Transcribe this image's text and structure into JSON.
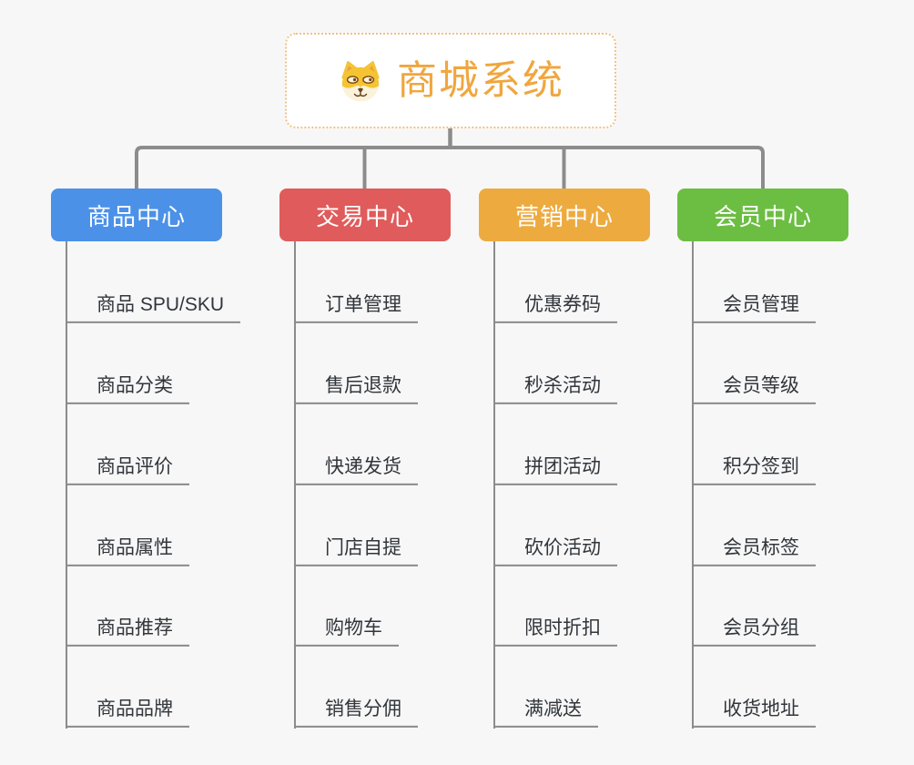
{
  "root": {
    "title": "商城系统",
    "icon": "dog-face-icon"
  },
  "branches": [
    {
      "id": "product-center",
      "label": "商品中心",
      "color": "#4b91e8",
      "items": [
        "商品 SPU/SKU",
        "商品分类",
        "商品评价",
        "商品属性",
        "商品推荐",
        "商品品牌"
      ]
    },
    {
      "id": "trade-center",
      "label": "交易中心",
      "color": "#e05b5b",
      "items": [
        "订单管理",
        "售后退款",
        "快递发货",
        "门店自提",
        "购物车",
        "销售分佣"
      ]
    },
    {
      "id": "marketing-center",
      "label": "营销中心",
      "color": "#edab3f",
      "items": [
        "优惠券码",
        "秒杀活动",
        "拼团活动",
        "砍价活动",
        "限时折扣",
        "满减送"
      ]
    },
    {
      "id": "member-center",
      "label": "会员中心",
      "color": "#6cbe42",
      "items": [
        "会员管理",
        "会员等级",
        "积分签到",
        "会员标签",
        "会员分组",
        "收货地址"
      ]
    }
  ],
  "colors": {
    "background": "#f7f7f7",
    "connector_line": "#8c8c8c",
    "sub_line": "#8a8a8a",
    "root_accent": "#f0a63e",
    "root_border": "#f2c184",
    "item_text": "#31363b"
  }
}
